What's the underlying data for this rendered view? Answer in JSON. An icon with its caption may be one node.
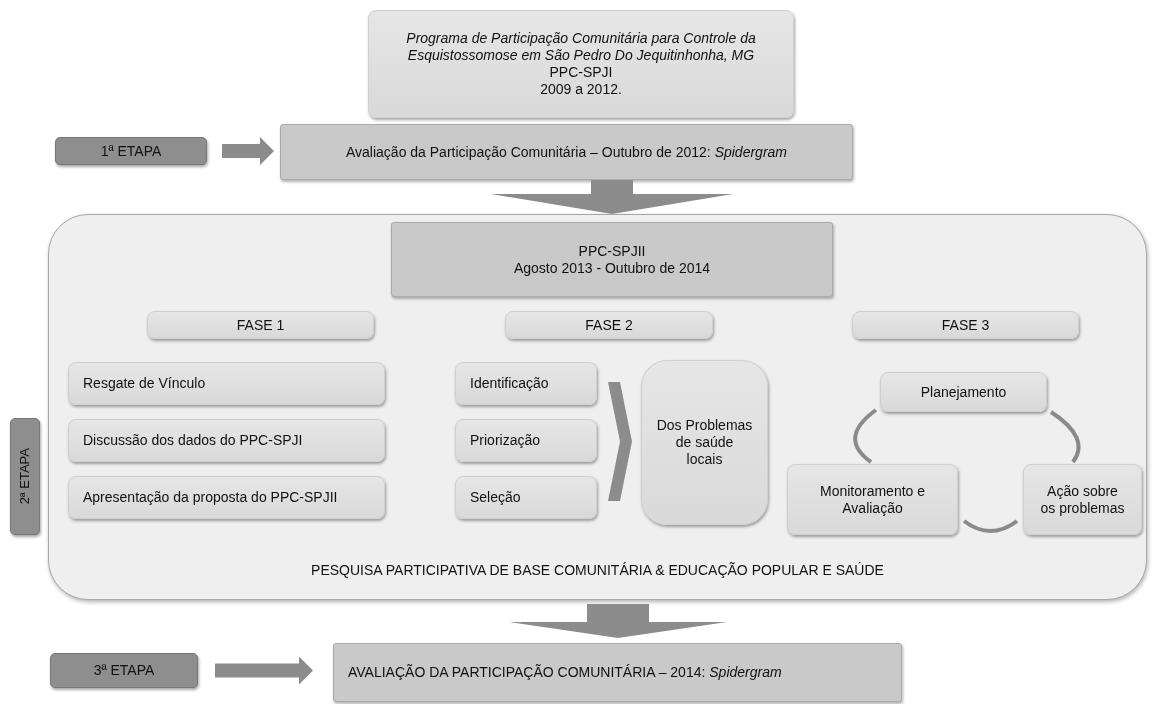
{
  "diagram": {
    "nodes": [
      {
        "text": [
          "*Programa de Participação Comunitária para Controle da Esquistossomose em São Pedro Do Jequitinhonha, MG*",
          "PPC-SPJI",
          "2009 a 2012."
        ]
      },
      {
        "text": [
          "1ª ETAPA"
        ]
      },
      {
        "text": [
          "Avaliação da Participação Comunitária –  Outubro de 2012: *Spidergram*"
        ]
      },
      {
        "text": [
          "PESQUISA PARTICIPATIVA DE BASE COMUNITÁRIA & EDUCAÇÃO POPULAR E SAÚDE"
        ]
      },
      {
        "text": [
          "2ª ETAPA"
        ]
      },
      {
        "text": [
          "PPC-SPJII",
          "Agosto 2013 - Outubro de 2014"
        ],
        "in": 3
      },
      {
        "text": [
          "FASE 1"
        ],
        "in": 3
      },
      {
        "text": [
          "FASE 2"
        ],
        "in": 3
      },
      {
        "text": [
          "FASE 3"
        ],
        "in": 3
      },
      {
        "text": [
          "Resgate de Vínculo"
        ],
        "in": 3
      },
      {
        "text": [
          "Discussão dos dados do PPC-SPJI"
        ],
        "in": 3
      },
      {
        "text": [
          "Apresentação da proposta do PPC-SPJII"
        ],
        "in": 3
      },
      {
        "text": [
          "Identificação"
        ],
        "in": 3
      },
      {
        "text": [
          "Priorização"
        ],
        "in": 3
      },
      {
        "text": [
          "Seleção"
        ],
        "in": 3
      },
      {
        "text": [
          "Dos Problemas de saúde locais"
        ],
        "in": 3
      },
      {
        "text": [
          "Planejamento"
        ],
        "in": 3
      },
      {
        "text": [
          "Monitoramento e Avaliação"
        ],
        "in": 3
      },
      {
        "text": [
          "Ação sobre os problemas"
        ],
        "in": 3
      },
      {
        "text": [
          "3ª ETAPA"
        ]
      },
      {
        "text": [
          "AVALIAÇÃO DA PARTICIPAÇÃO COMUNITÁRIA – 2014: *Spidergram*"
        ]
      }
    ],
    "edges": [
      {
        "from": 1,
        "to": 2,
        "arrow": "to"
      },
      {
        "from": 2,
        "to": 3,
        "arrow": "to"
      },
      {
        "from": 13,
        "to": 15,
        "arrow": "to"
      },
      {
        "from": 16,
        "to": 18,
        "arrow": "none"
      },
      {
        "from": 18,
        "to": 17,
        "arrow": "none"
      },
      {
        "from": 17,
        "to": 16,
        "arrow": "none"
      },
      {
        "from": 3,
        "to": 20,
        "arrow": "to"
      },
      {
        "from": 19,
        "to": 20,
        "arrow": "to"
      }
    ]
  }
}
